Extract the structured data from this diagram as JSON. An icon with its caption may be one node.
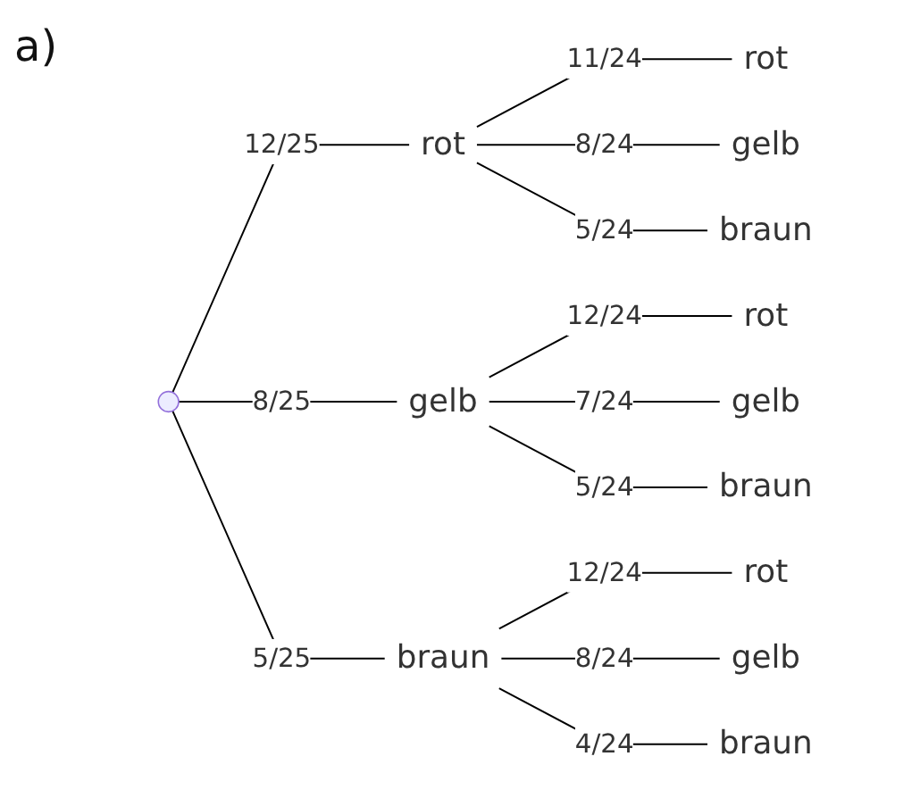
{
  "diagram": {
    "nodes": [
      {
        "text": [],
        "shape": "point"
      },
      {
        "text": [
          "rot"
        ]
      },
      {
        "text": [
          "gelb"
        ]
      },
      {
        "text": [
          "braun"
        ]
      },
      {
        "text": [
          "rot"
        ]
      },
      {
        "text": [
          "gelb"
        ]
      },
      {
        "text": [
          "braun"
        ]
      },
      {
        "text": [
          "rot"
        ]
      },
      {
        "text": [
          "gelb"
        ]
      },
      {
        "text": [
          "braun"
        ]
      },
      {
        "text": [
          "rot"
        ]
      },
      {
        "text": [
          "gelb"
        ]
      },
      {
        "text": [
          "braun"
        ]
      }
    ],
    "edges": [
      {
        "from": 0,
        "to": 1,
        "arrow": "none",
        "label": "12/25"
      },
      {
        "from": 0,
        "to": 2,
        "arrow": "none",
        "label": "8/25"
      },
      {
        "from": 0,
        "to": 3,
        "arrow": "none",
        "label": "5/25"
      },
      {
        "from": 1,
        "to": 4,
        "arrow": "none",
        "label": "11/24"
      },
      {
        "from": 1,
        "to": 5,
        "arrow": "none",
        "label": "8/24"
      },
      {
        "from": 1,
        "to": 6,
        "arrow": "none",
        "label": "5/24"
      },
      {
        "from": 2,
        "to": 7,
        "arrow": "none",
        "label": "12/24"
      },
      {
        "from": 2,
        "to": 8,
        "arrow": "none",
        "label": "7/24"
      },
      {
        "from": 2,
        "to": 9,
        "arrow": "none",
        "label": "5/24"
      },
      {
        "from": 3,
        "to": 10,
        "arrow": "none",
        "label": "12/24"
      },
      {
        "from": 3,
        "to": 11,
        "arrow": "none",
        "label": "8/24"
      },
      {
        "from": 3,
        "to": 12,
        "arrow": "none",
        "label": "4/24"
      }
    ],
    "labels": [
      "a)"
    ]
  }
}
